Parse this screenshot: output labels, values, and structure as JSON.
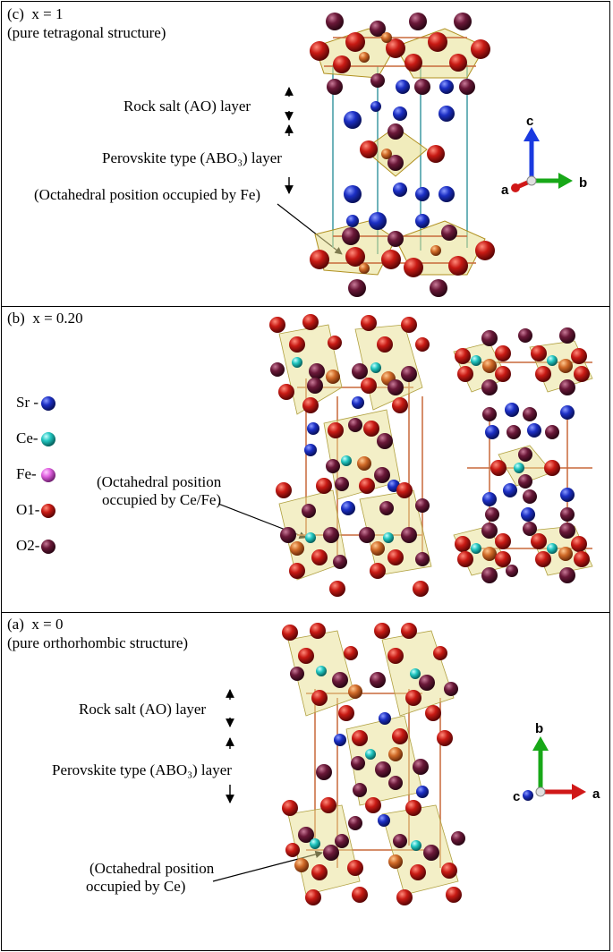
{
  "panel_c": {
    "label": "(c)",
    "composition": "x = 1",
    "structure": "(pure tetragonal structure)",
    "rock_salt_layer": "Rock salt (AO) layer",
    "perovskite_layer": "Perovskite type (ABO₃) layer",
    "octahedral_note": "(Octahedral position occupied by Fe)",
    "axes": {
      "up": "c",
      "right": "b",
      "left": "a"
    }
  },
  "panel_b": {
    "label": "(b)",
    "composition": "x = 0.20",
    "legend": [
      {
        "label": "Sr -",
        "color": "#1c2fc4"
      },
      {
        "label": "Ce-",
        "color": "#22c6c0"
      },
      {
        "label": "Fe-",
        "color": "#e060e0"
      },
      {
        "label": "O1-",
        "color": "#b01515"
      },
      {
        "label": "O2-",
        "color": "#6a1838"
      }
    ],
    "octahedral_note_line1": "(Octahedral position",
    "octahedral_note_line2": "occupied by Ce/Fe)"
  },
  "panel_a": {
    "label": "(a)",
    "composition": "x = 0",
    "structure": "(pure orthorhombic structure)",
    "rock_salt_layer": "Rock salt (AO) layer",
    "perovskite_layer": "Perovskite type (ABO₃) layer",
    "octahedral_note_line1": "(Octahedral position",
    "octahedral_note_line2": "occupied by Ce)",
    "axes": {
      "up": "b",
      "right": "a",
      "left": "c"
    }
  },
  "colors": {
    "sr": "#1c2fc4",
    "ce": "#22c6c0",
    "fe": "#e060e0",
    "o1": "#b01515",
    "o2": "#6a1838",
    "octahedron": "#e8e090",
    "bond": "#c8683a",
    "cell_edge": "#4aa0a8"
  }
}
